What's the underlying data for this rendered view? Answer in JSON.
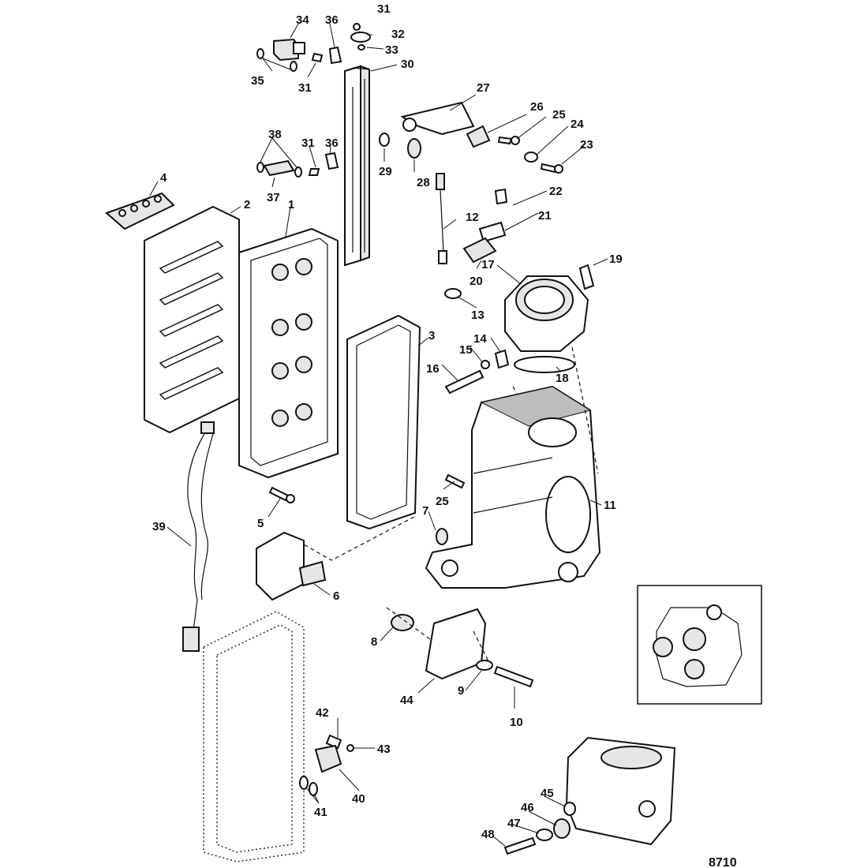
{
  "diagram": {
    "figure_number": "8710",
    "callouts": [
      {
        "id": "c31a",
        "label": "31"
      },
      {
        "id": "c32",
        "label": "32"
      },
      {
        "id": "c33",
        "label": "33"
      },
      {
        "id": "c34",
        "label": "34"
      },
      {
        "id": "c36a",
        "label": "36"
      },
      {
        "id": "c30",
        "label": "30"
      },
      {
        "id": "c35",
        "label": "35"
      },
      {
        "id": "c31b",
        "label": "31"
      },
      {
        "id": "c27",
        "label": "27"
      },
      {
        "id": "c26",
        "label": "26"
      },
      {
        "id": "c25a",
        "label": "25"
      },
      {
        "id": "c24",
        "label": "24"
      },
      {
        "id": "c23",
        "label": "23"
      },
      {
        "id": "c38",
        "label": "38"
      },
      {
        "id": "c31c",
        "label": "31"
      },
      {
        "id": "c36b",
        "label": "36"
      },
      {
        "id": "c37",
        "label": "37"
      },
      {
        "id": "c29",
        "label": "29"
      },
      {
        "id": "c28",
        "label": "28"
      },
      {
        "id": "c4",
        "label": "4"
      },
      {
        "id": "c2",
        "label": "2"
      },
      {
        "id": "c1",
        "label": "1"
      },
      {
        "id": "c22",
        "label": "22"
      },
      {
        "id": "c21",
        "label": "21"
      },
      {
        "id": "c12",
        "label": "12"
      },
      {
        "id": "c19",
        "label": "19"
      },
      {
        "id": "c17",
        "label": "17"
      },
      {
        "id": "c20",
        "label": "20"
      },
      {
        "id": "c13",
        "label": "13"
      },
      {
        "id": "c3",
        "label": "3"
      },
      {
        "id": "c15",
        "label": "15"
      },
      {
        "id": "c14",
        "label": "14"
      },
      {
        "id": "c16",
        "label": "16"
      },
      {
        "id": "c18",
        "label": "18"
      },
      {
        "id": "c25b",
        "label": "25"
      },
      {
        "id": "c11",
        "label": "11"
      },
      {
        "id": "c7",
        "label": "7"
      },
      {
        "id": "c5",
        "label": "5"
      },
      {
        "id": "c39",
        "label": "39"
      },
      {
        "id": "c6",
        "label": "6"
      },
      {
        "id": "c8",
        "label": "8"
      },
      {
        "id": "c44",
        "label": "44"
      },
      {
        "id": "c9",
        "label": "9"
      },
      {
        "id": "c10",
        "label": "10"
      },
      {
        "id": "c42",
        "label": "42"
      },
      {
        "id": "c43",
        "label": "43"
      },
      {
        "id": "c40",
        "label": "40"
      },
      {
        "id": "c41",
        "label": "41"
      },
      {
        "id": "c45",
        "label": "45"
      },
      {
        "id": "c46",
        "label": "46"
      },
      {
        "id": "c47",
        "label": "47"
      },
      {
        "id": "c48",
        "label": "48"
      }
    ]
  }
}
